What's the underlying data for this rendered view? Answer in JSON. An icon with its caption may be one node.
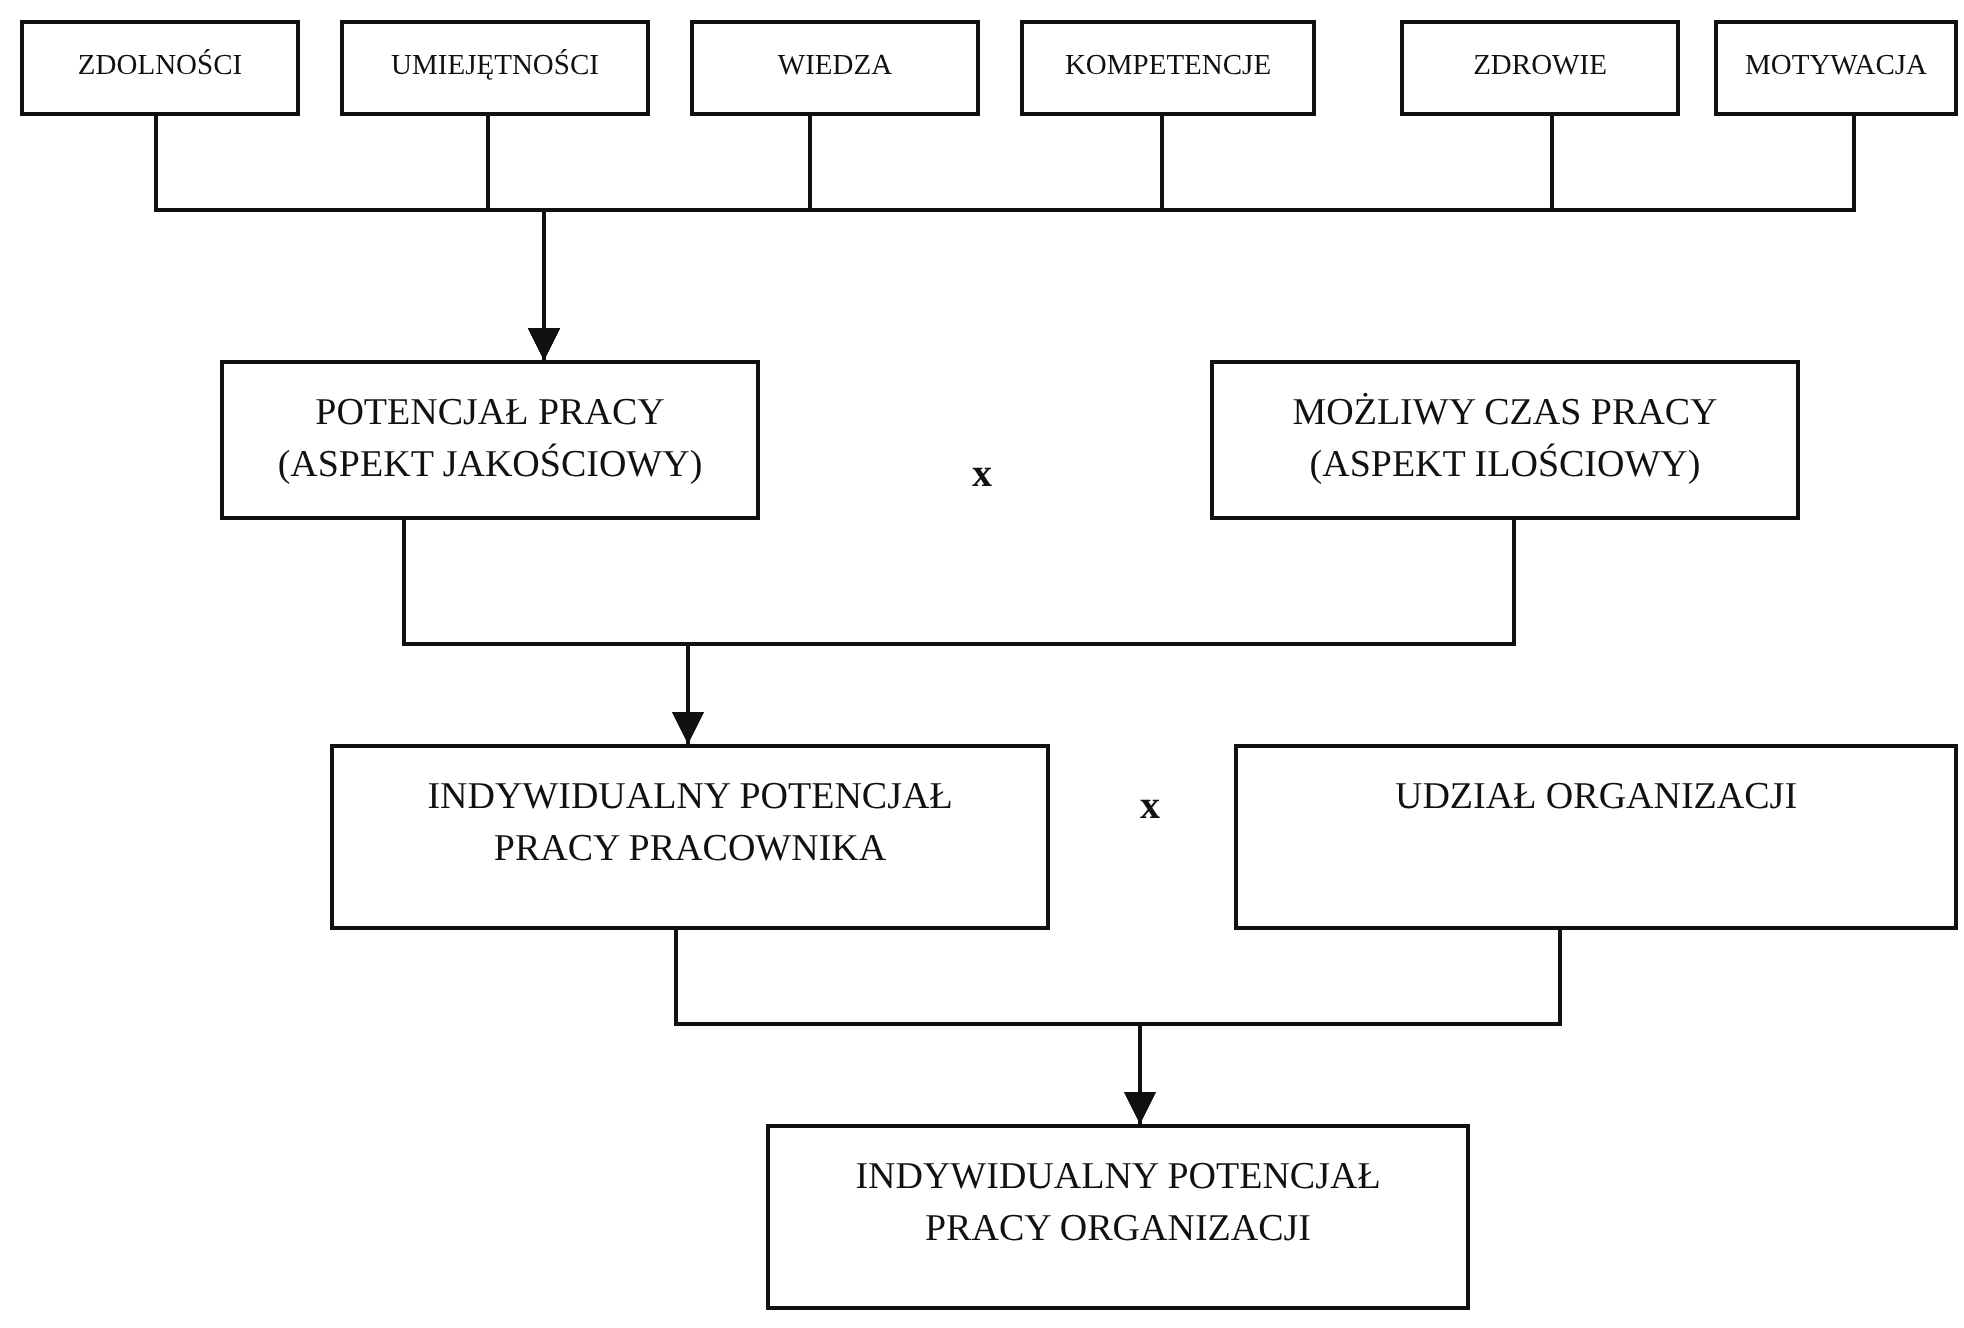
{
  "diagram": {
    "nodes": [
      {
        "text": [
          "ZDOLNOŚCI"
        ]
      },
      {
        "text": [
          "UMIEJĘTNOŚCI"
        ]
      },
      {
        "text": [
          "WIEDZA"
        ]
      },
      {
        "text": [
          "KOMPETENCJE"
        ]
      },
      {
        "text": [
          "ZDROWIE"
        ]
      },
      {
        "text": [
          "MOTYWACJA"
        ]
      },
      {
        "text": [
          "POTENCJAŁ PRACY",
          "(ASPEKT JAKOŚCIOWY)"
        ]
      },
      {
        "text": [
          "MOŻLIWY CZAS PRACY",
          "(ASPEKT ILOŚCIOWY)"
        ]
      },
      {
        "text": [
          "INDYWIDUALNY POTENCJAŁ PRACY PRACOWNIKA"
        ]
      },
      {
        "text": [
          "UDZIAŁ ORGANIZACJI"
        ]
      },
      {
        "text": [
          "INDYWIDUALNY POTENCJAŁ PRACY ORGANIZACJI"
        ]
      }
    ],
    "edges": [
      {
        "from": 0,
        "to": 6,
        "arrow": "to"
      },
      {
        "from": 1,
        "to": 6,
        "arrow": "to"
      },
      {
        "from": 2,
        "to": 6,
        "arrow": "to"
      },
      {
        "from": 3,
        "to": 6,
        "arrow": "to"
      },
      {
        "from": 4,
        "to": 6,
        "arrow": "to"
      },
      {
        "from": 5,
        "to": 6,
        "arrow": "to"
      },
      {
        "from": 6,
        "to": 8,
        "arrow": "to"
      },
      {
        "from": 7,
        "to": 8,
        "arrow": "to"
      },
      {
        "from": 8,
        "to": 10,
        "arrow": "to"
      },
      {
        "from": 9,
        "to": 10,
        "arrow": "to"
      }
    ],
    "labels": [
      "x",
      "x"
    ]
  }
}
